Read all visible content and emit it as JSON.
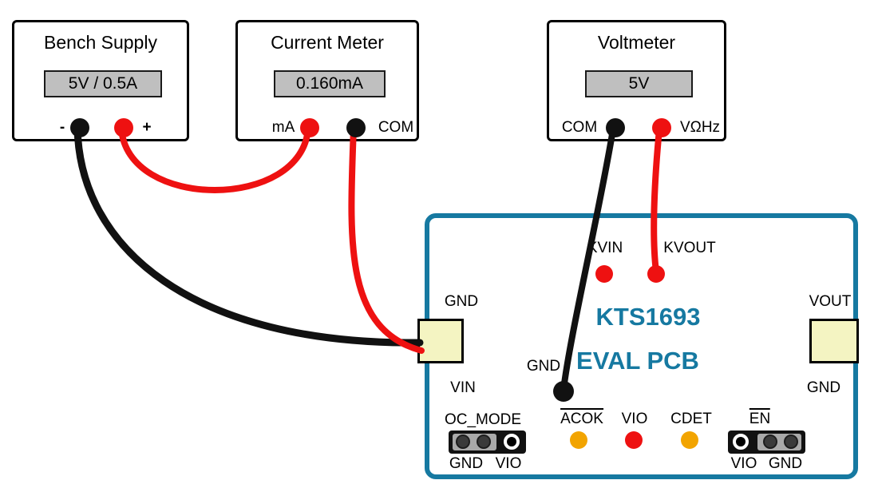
{
  "colors": {
    "pcb_teal": "#1679A1",
    "wire_red": "#EE1111",
    "wire_black": "#111111",
    "led_orange": "#F2A400",
    "pad_yellow": "#F4F4C2",
    "display_gray": "#BFBFBF"
  },
  "bench_supply": {
    "title": "Bench Supply",
    "display": "5V / 0.5A",
    "minus": "-",
    "plus": "+"
  },
  "current_meter": {
    "title": "Current Meter",
    "display": "0.160mA",
    "left_terminal": "mA",
    "right_terminal": "COM"
  },
  "voltmeter": {
    "title": "Voltmeter",
    "display": "5V",
    "left_terminal": "COM",
    "right_terminal": "VΩHz"
  },
  "pcb": {
    "title_line1": "KTS1693",
    "title_line2": "EVAL PCB",
    "kvin": "KVIN",
    "kvout": "KVOUT",
    "vin_pad_top": "GND",
    "vin_pad_bottom": "VIN",
    "vout_pad_top": "VOUT",
    "vout_pad_bottom": "GND",
    "gnd_test_point": "GND",
    "oc_mode": {
      "label": "OC_MODE",
      "left_pin": "GND",
      "right_pin": "VIO"
    },
    "acok": "ACOK",
    "vio": "VIO",
    "cdet": "CDET",
    "en": {
      "label": "EN",
      "left_pin": "VIO",
      "right_pin": "GND"
    }
  }
}
